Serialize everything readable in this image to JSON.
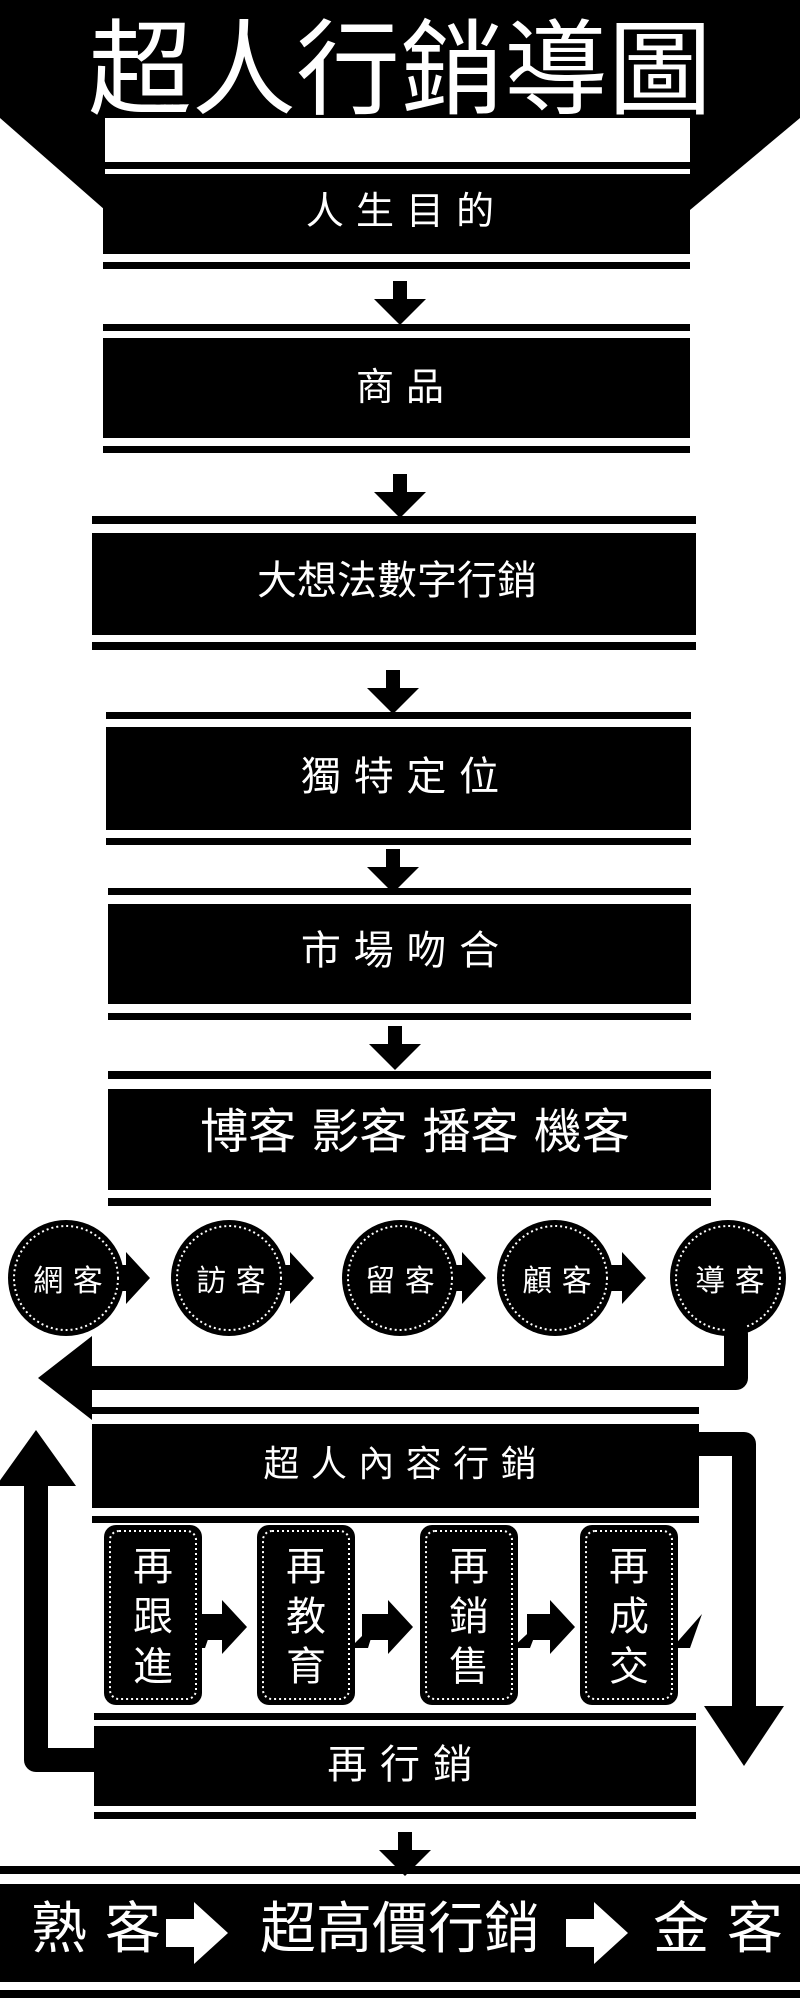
{
  "title": "超人行銷導圖",
  "steps": {
    "life_purpose": "人 生 目 的",
    "product": "商 品",
    "big_idea": "大想法數字行銷",
    "positioning": "獨 特 定 位",
    "market_fit": "市 場 吻 合",
    "media": "博客 影客 播客 機客"
  },
  "customer_flow": [
    "網 客",
    "訪 客",
    "留 客",
    "顧 客",
    "導 客"
  ],
  "content_marketing": "超 人 內 容 行 銷",
  "re_actions": [
    "再跟進",
    "再教育",
    "再銷售",
    "再成交"
  ],
  "remarketing": "再 行 銷",
  "bottom": {
    "left": "熟 客",
    "center": "超高價行銷",
    "right": "金 客"
  },
  "colors": {
    "primary": "#000000",
    "text": "#ffffff"
  },
  "icons": [
    "arrow-down-icon",
    "arrow-right-icon",
    "arrow-left-icon",
    "arrow-up-icon"
  ]
}
